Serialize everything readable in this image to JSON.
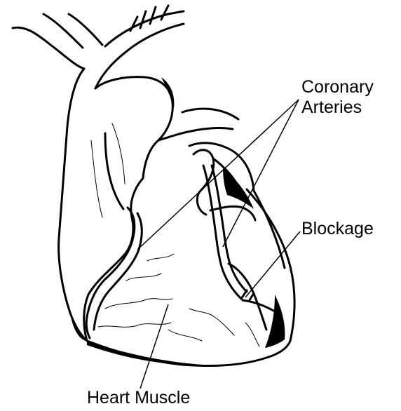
{
  "labels": {
    "coronary_line1": "Coronary",
    "coronary_line2": "Arteries",
    "blockage": "Blockage",
    "heart_muscle": "Heart Muscle"
  },
  "colors": {
    "ink": "#000000",
    "paper": "#ffffff"
  }
}
